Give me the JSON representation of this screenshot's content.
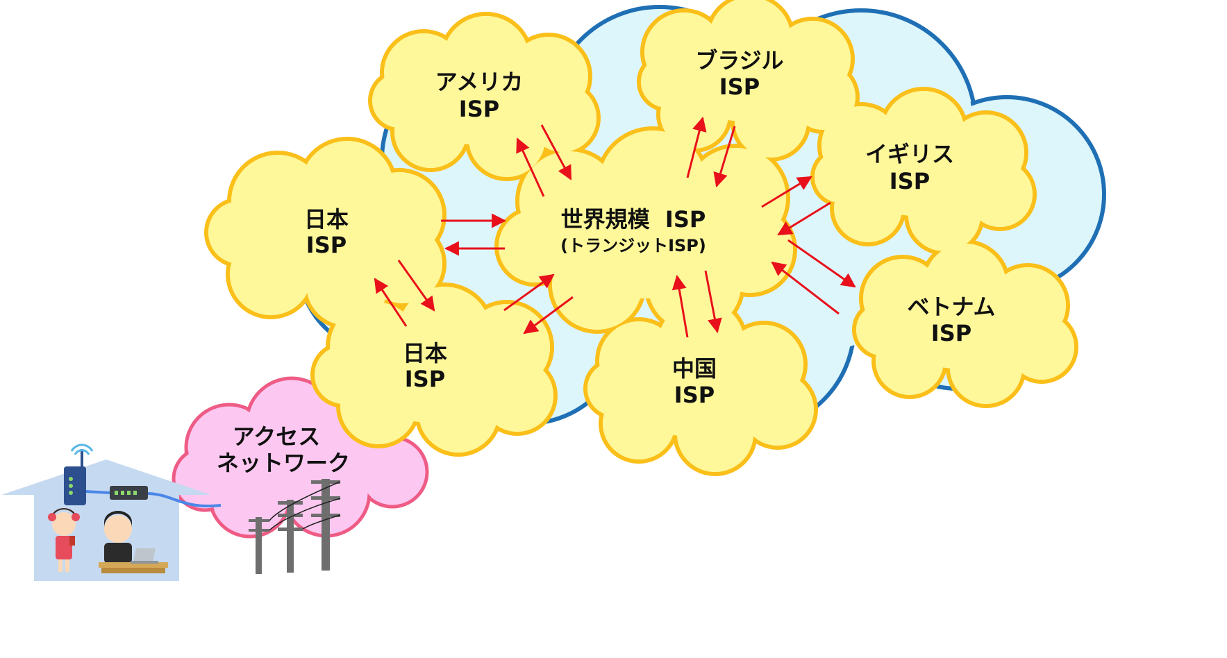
{
  "nodes": {
    "access": {
      "line1": "アクセス",
      "line2": "ネットワーク"
    },
    "japan_a": {
      "line1": "日本",
      "line2": "ISP"
    },
    "japan_b": {
      "line1": "日本",
      "line2": "ISP"
    },
    "usa": {
      "line1": "アメリカ",
      "line2": "ISP"
    },
    "brazil": {
      "line1": "ブラジル",
      "line2": "ISP"
    },
    "uk": {
      "line1": "イギリス",
      "line2": "ISP"
    },
    "vietnam": {
      "line1": "ベトナム",
      "line2": "ISP"
    },
    "china": {
      "line1": "中国",
      "line2": "ISP"
    },
    "transit": {
      "line1": "世界規模  ISP",
      "line2": "(トランジットISP)"
    }
  },
  "colors": {
    "backbone_fill": "#DDF6FB",
    "backbone_stroke": "#1F6FB5",
    "isp_fill": "#FEF89A",
    "isp_stroke": "#FBBF1A",
    "access_fill": "#FCC8F1",
    "access_stroke": "#EE5C86",
    "arrow": "#E8101B",
    "house": "#C5D9F1"
  },
  "icons": [
    "wifi-router-icon",
    "modem-icon",
    "girl-with-phone-icon",
    "boy-with-laptop-icon",
    "utility-pole-icon"
  ]
}
